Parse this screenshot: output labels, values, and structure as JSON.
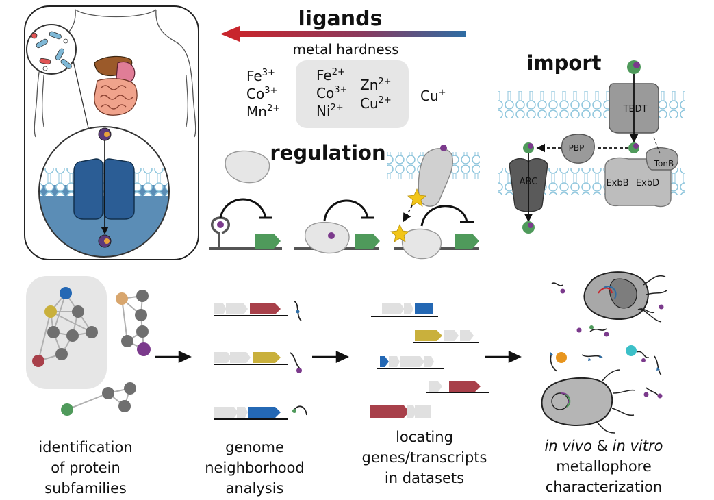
{
  "ligands": {
    "title": "ligands",
    "axis_label": "metal hardness",
    "hard_metals": [
      {
        "el": "Fe",
        "ch": "3+"
      },
      {
        "el": "Co",
        "ch": "3+"
      },
      {
        "el": "Mn",
        "ch": "2+"
      }
    ],
    "borderline_col1": [
      {
        "el": "Fe",
        "ch": "2+"
      },
      {
        "el": "Co",
        "ch": "3+"
      },
      {
        "el": "Ni",
        "ch": "2+"
      }
    ],
    "borderline_col2": [
      {
        "el": "Zn",
        "ch": "2+"
      },
      {
        "el": "Cu",
        "ch": "2+"
      }
    ],
    "soft_metals": [
      {
        "el": "Cu",
        "ch": "+"
      }
    ]
  },
  "regulation": {
    "title": "regulation"
  },
  "import": {
    "title": "import",
    "transporters": {
      "tbdt": "TBDT",
      "pbp": "PBP",
      "abc": "ABC",
      "exbb": "ExbB",
      "exbd": "ExbD",
      "tonb": "TonB"
    }
  },
  "workflow": {
    "step1": [
      "identification",
      "of protein",
      "subfamilies"
    ],
    "step2": [
      "genome",
      "neighborhood",
      "analysis"
    ],
    "step3": [
      "locating",
      "genes/transcripts",
      "in datasets"
    ],
    "step4": {
      "line1": [
        "in vivo",
        " & ",
        "in vitro"
      ],
      "line2": "metallophore",
      "line3": "characterization"
    }
  },
  "colors": {
    "arrow_red": "#c8252c",
    "arrow_blue": "#2e6da4",
    "transporter_blue": "#2b5d95",
    "siderophore_green": "#4f9a5b",
    "metal_purple": "#7b3a8c",
    "gene_red": "#a8404a",
    "gene_yellow": "#c9b03c",
    "gene_blue": "#2468b4",
    "node_gray": "#6f6f6f",
    "box_gray": "#e6e6e6",
    "star_yellow": "#f2c518"
  }
}
